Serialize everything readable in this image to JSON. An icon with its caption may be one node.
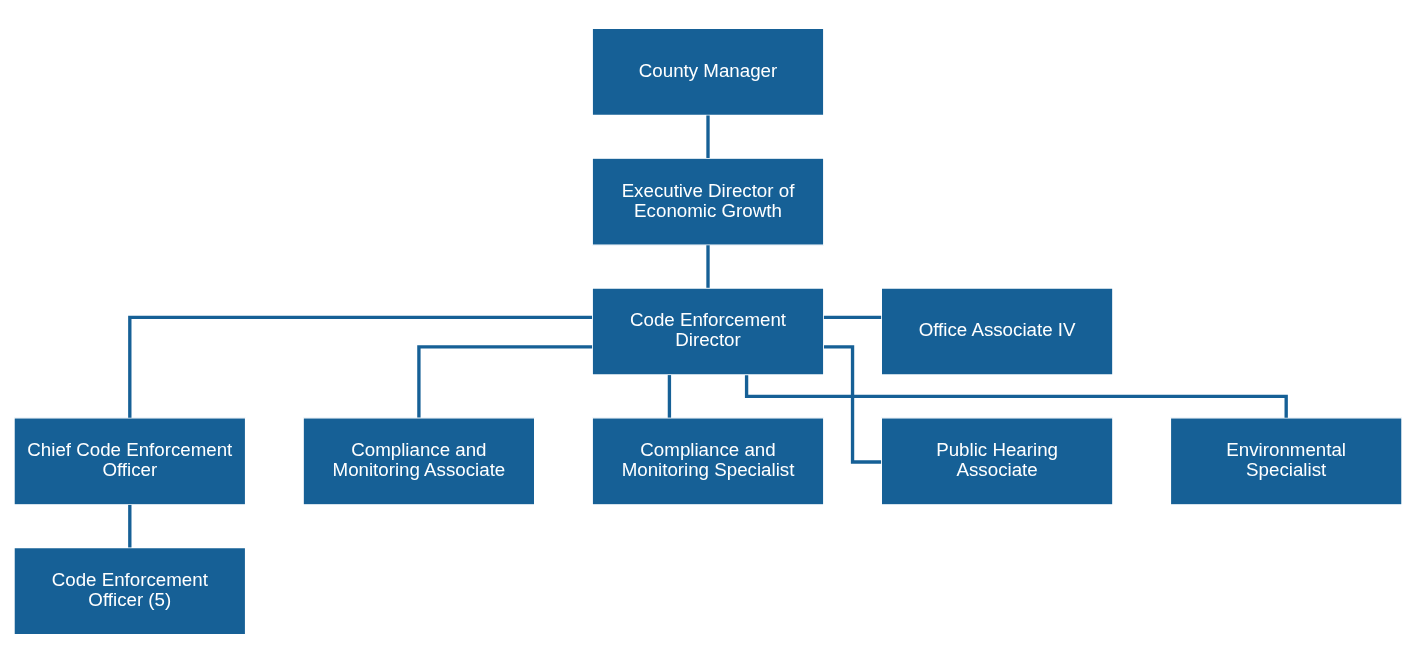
{
  "diagram": {
    "nodes": [
      {
        "text": [
          "County Manager"
        ]
      },
      {
        "text": [
          "Executive Director of Economic Growth"
        ]
      },
      {
        "text": [
          "Code Enforcement Director"
        ]
      },
      {
        "text": [
          "Office Associate IV"
        ]
      },
      {
        "text": [
          "Chief Code Enforcement Officer"
        ]
      },
      {
        "text": [
          "Compliance and Monitoring Associate"
        ]
      },
      {
        "text": [
          "Compliance and Monitoring Specialist"
        ]
      },
      {
        "text": [
          "Public Hearing Associate"
        ]
      },
      {
        "text": [
          "Environmental Specialist"
        ]
      },
      {
        "text": [
          "Code Enforcement Officer (5)"
        ]
      }
    ],
    "edges": [
      {
        "from": 0,
        "to": 1,
        "arrow": "none"
      },
      {
        "from": 1,
        "to": 2,
        "arrow": "none"
      },
      {
        "from": 2,
        "to": 3,
        "arrow": "none"
      },
      {
        "from": 2,
        "to": 4,
        "arrow": "none"
      },
      {
        "from": 2,
        "to": 5,
        "arrow": "none"
      },
      {
        "from": 2,
        "to": 6,
        "arrow": "none"
      },
      {
        "from": 2,
        "to": 7,
        "arrow": "none"
      },
      {
        "from": 2,
        "to": 8,
        "arrow": "none"
      },
      {
        "from": 4,
        "to": 9,
        "arrow": "none"
      }
    ]
  }
}
